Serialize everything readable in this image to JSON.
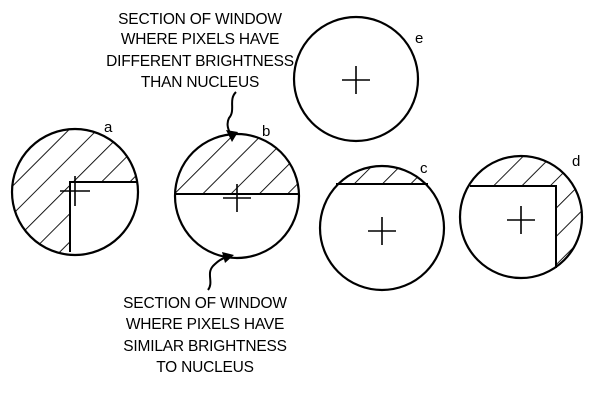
{
  "annotations": {
    "top": {
      "lines": [
        "SECTION OF WINDOW",
        "WHERE PIXELS HAVE",
        "DIFFERENT BRIGHTNESS",
        "THAN NUCLEUS"
      ]
    },
    "bottom": {
      "lines": [
        "SECTION OF WINDOW",
        "WHERE PIXELS HAVE",
        "SIMILAR BRIGHTNESS",
        "TO NUCLEUS"
      ]
    }
  },
  "circles": {
    "a": {
      "label": "a"
    },
    "b": {
      "label": "b"
    },
    "c": {
      "label": "c"
    },
    "d": {
      "label": "d"
    },
    "e": {
      "label": "e"
    }
  }
}
